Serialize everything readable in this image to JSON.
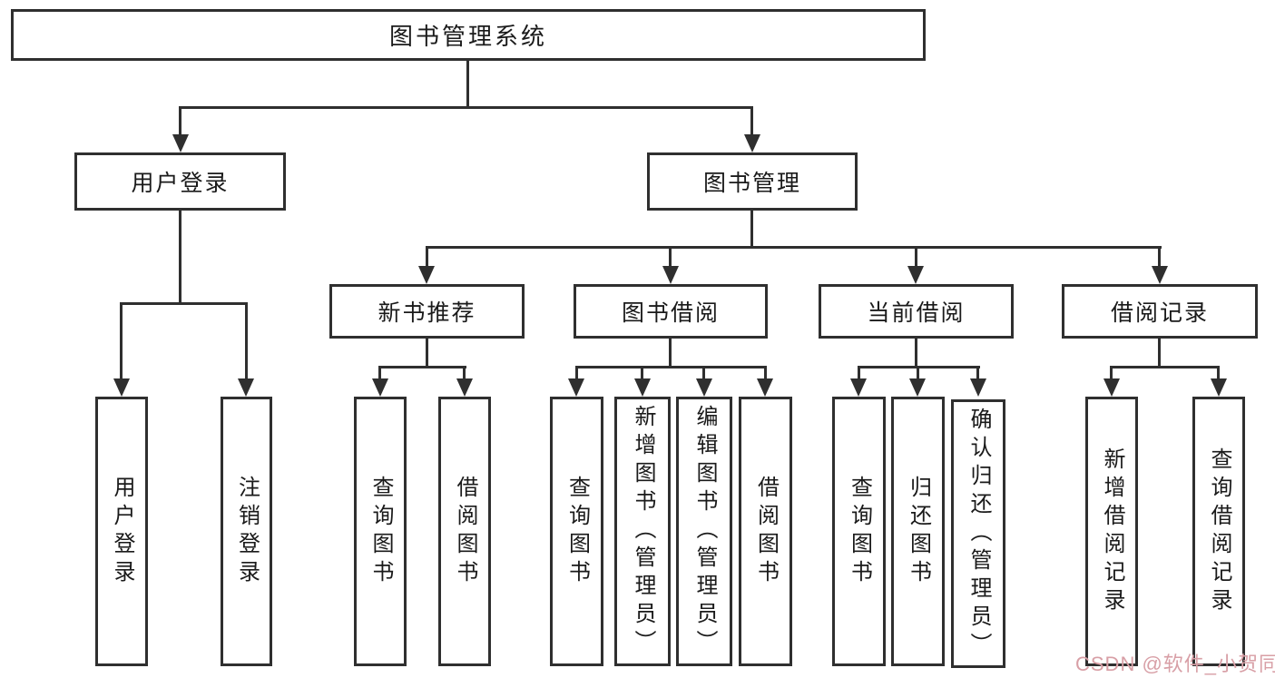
{
  "colors": {
    "line": "#2f2f2f",
    "text": "#1a1a1a",
    "background": "#ffffff",
    "watermark": "#d89fa6"
  },
  "root": {
    "label": "图书管理系统",
    "children": [
      {
        "label": "用户登录",
        "children": [
          {
            "label": "用户登录"
          },
          {
            "label": "注销登录"
          }
        ]
      },
      {
        "label": "图书管理",
        "children": [
          {
            "label": "新书推荐",
            "children": [
              {
                "label": "查询图书"
              },
              {
                "label": "借阅图书"
              }
            ]
          },
          {
            "label": "图书借阅",
            "children": [
              {
                "label": "查询图书"
              },
              {
                "label": "新增图书（管理员）"
              },
              {
                "label": "编辑图书（管理员）"
              },
              {
                "label": "借阅图书"
              }
            ]
          },
          {
            "label": "当前借阅",
            "children": [
              {
                "label": "查询图书"
              },
              {
                "label": "归还图书"
              },
              {
                "label": "确认归还（管理员）"
              }
            ]
          },
          {
            "label": "借阅记录",
            "children": [
              {
                "label": "新增借阅记录"
              },
              {
                "label": "查询借阅记录"
              }
            ]
          }
        ]
      }
    ]
  },
  "watermark": "CSDN @软件_小贺同学"
}
